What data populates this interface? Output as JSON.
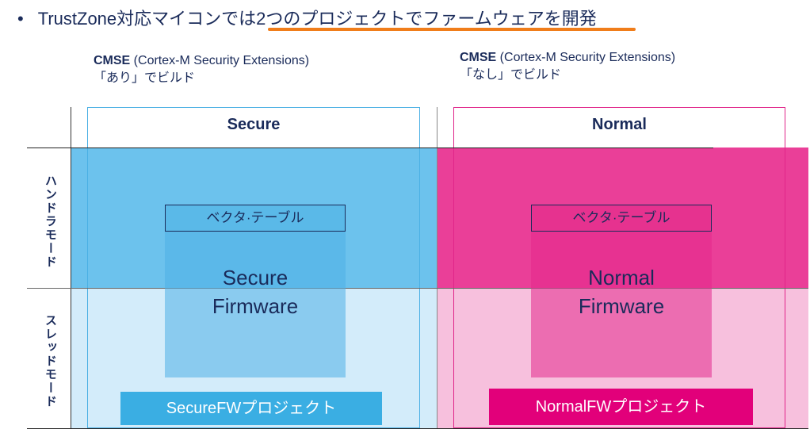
{
  "title": {
    "bullet": "•",
    "text": "TrustZone対応マイコンでは2つのプロジェクトでファームウェアを開発"
  },
  "columns": {
    "secure": {
      "cmse_bold": "CMSE",
      "cmse_rest": " (Cortex-M Security Extensions)",
      "build_note": "「あり」でビルド",
      "header": "Secure",
      "vector_table": "ベクタ·テーブル",
      "firmware_line1": "Secure",
      "firmware_line2": "Firmware",
      "project": "SecureFWプロジェクト"
    },
    "normal": {
      "cmse_bold": "CMSE",
      "cmse_rest": " (Cortex-M Security Extensions)",
      "build_note": "「なし」でビルド",
      "header": "Normal",
      "vector_table": "ベクタ·テーブル",
      "firmware_line1": "Normal",
      "firmware_line2": "Firmware",
      "project": "NormalFWプロジェクト"
    }
  },
  "rows": {
    "handler_mode": "ハンドラモード",
    "thread_mode": "スレッドモード"
  },
  "colors": {
    "accent_underline": "#f07d1a",
    "secure_handler": "#6cc2ed",
    "secure_thread": "#d3ecfa",
    "normal_handler": "#ea3f98",
    "normal_thread": "#f7c0dd"
  }
}
